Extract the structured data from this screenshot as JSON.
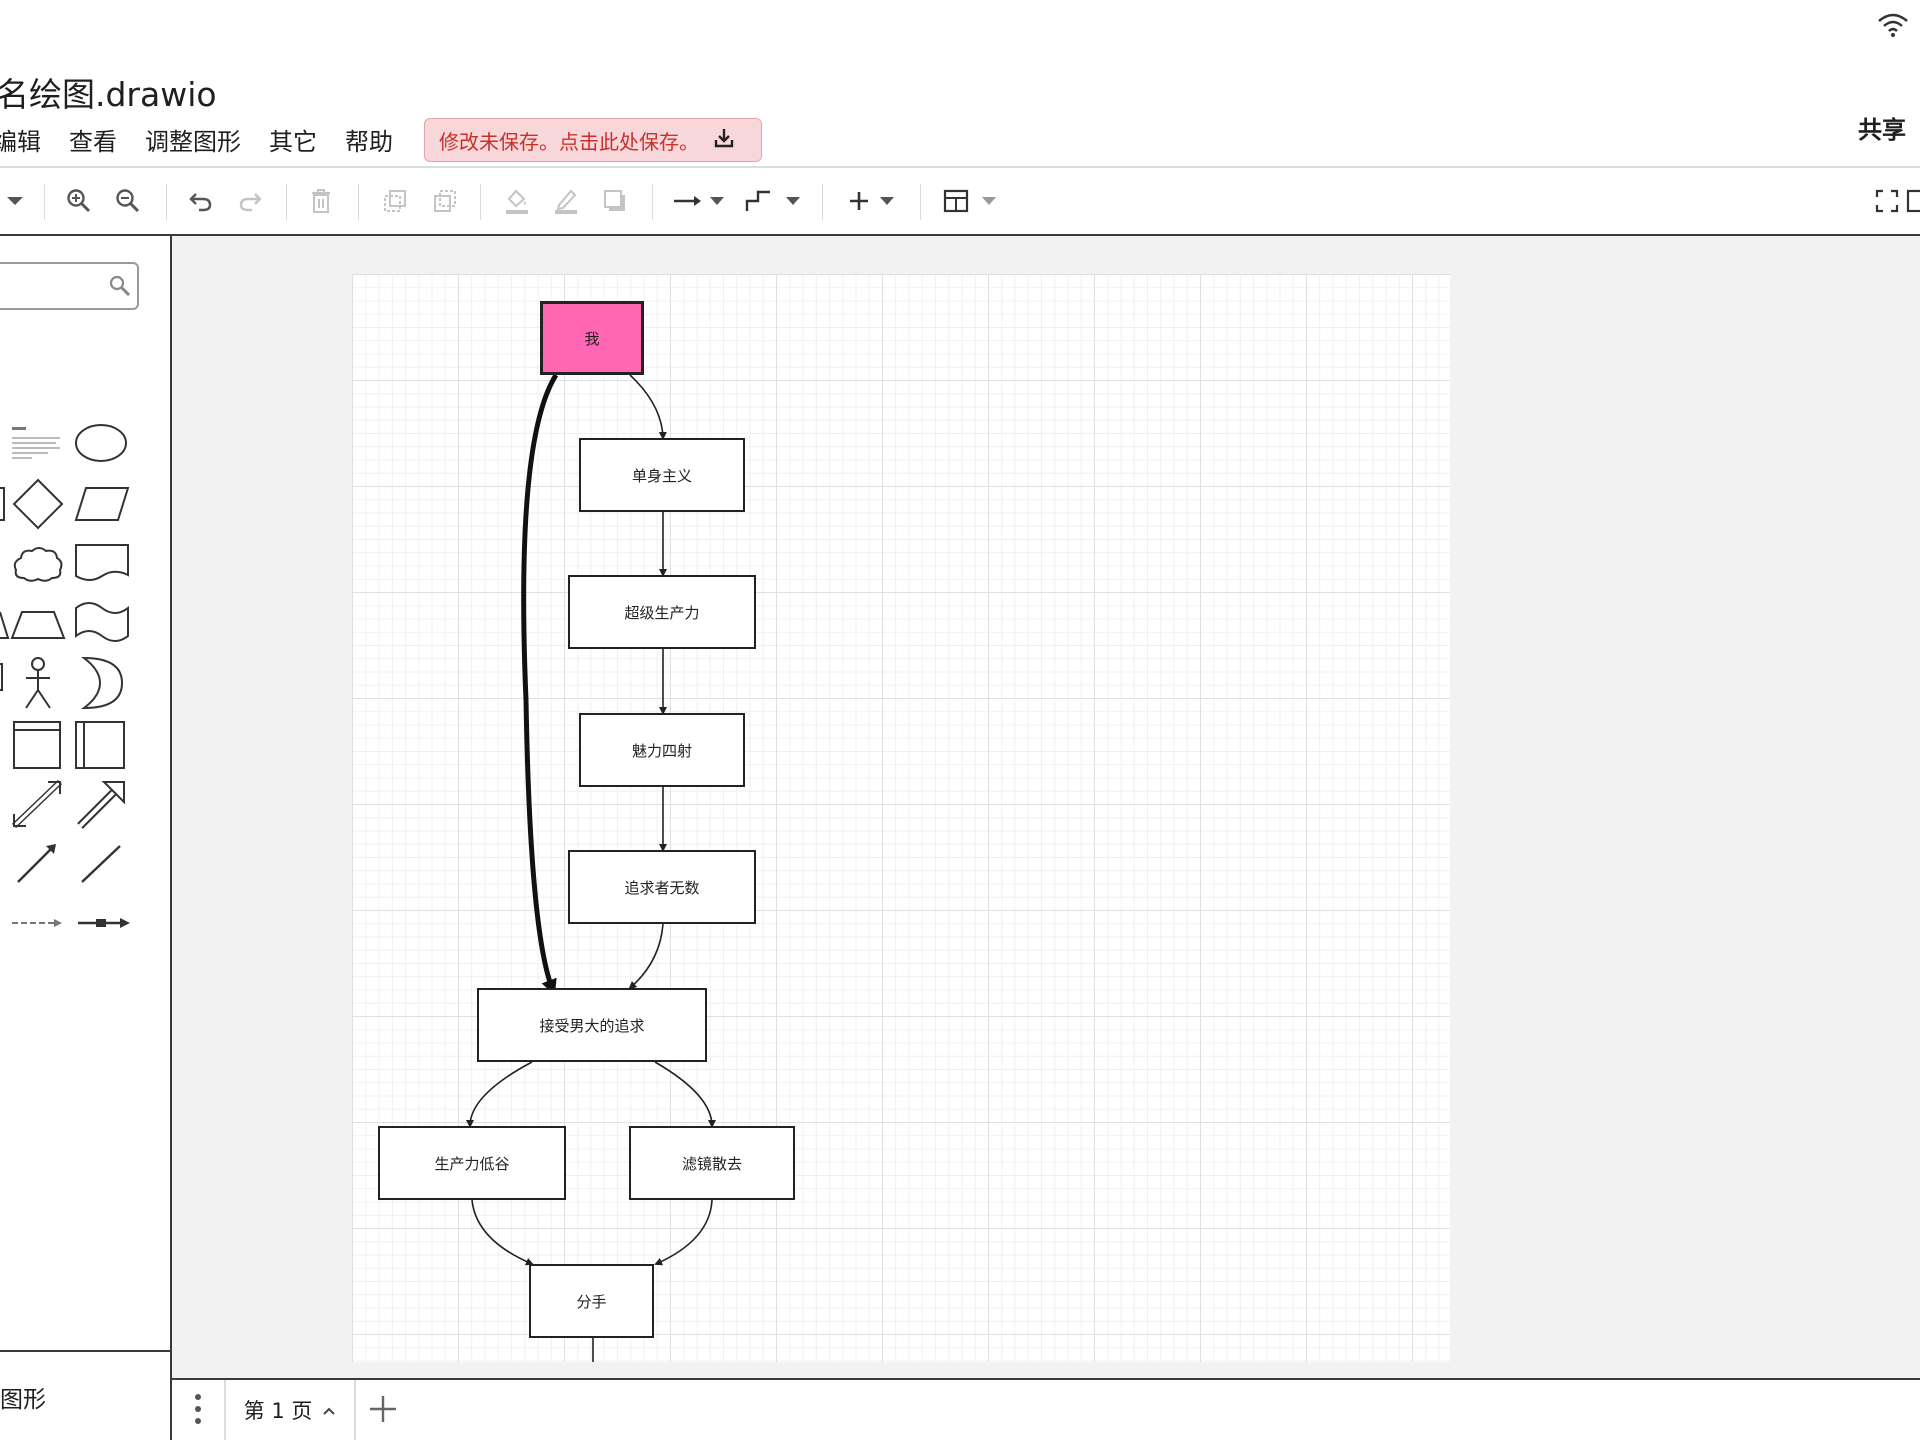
{
  "window": {
    "title": "名绘图.drawio"
  },
  "menu": {
    "items": [
      "编辑",
      "查看",
      "调整图形",
      "其它",
      "帮助"
    ]
  },
  "status": {
    "unsaved_text": "修改未保存。点击此处保存。"
  },
  "header": {
    "share_label": "共享"
  },
  "toolbar": {
    "icons": [
      "dropdown-icon",
      "zoom-in-icon",
      "zoom-out-icon",
      "undo-icon",
      "redo-icon",
      "delete-icon",
      "to-front-icon",
      "to-back-icon",
      "fill-color-icon",
      "line-color-icon",
      "shadow-icon",
      "connection-icon",
      "waypoints-icon",
      "insert-icon",
      "table-icon",
      "fullscreen-icon"
    ]
  },
  "sidebar": {
    "shapes_label": "图形"
  },
  "diagram": {
    "nodes": {
      "me": "我",
      "single": "单身主义",
      "super_productivity": "超级生产力",
      "charm": "魅力四射",
      "suitors": "追求者无数",
      "accept": "接受男大的追求",
      "low_productivity": "生产力低谷",
      "filter_gone": "滤镜散去",
      "breakup": "分手"
    },
    "colors": {
      "highlight": "#ff66b3"
    }
  },
  "pages": {
    "current_tab": "第 1 页"
  }
}
